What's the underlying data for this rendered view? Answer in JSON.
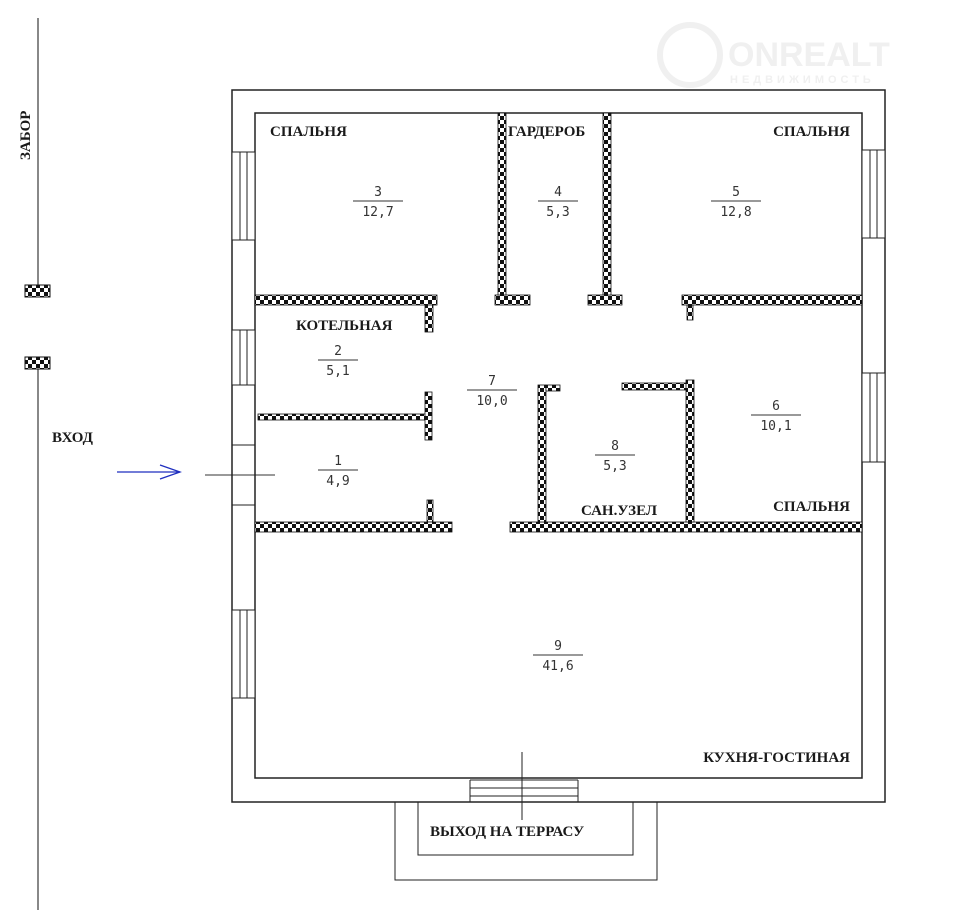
{
  "watermark": {
    "brand": "ONREALT",
    "subtitle": "НЕДВИЖИМОСТЬ"
  },
  "labels": {
    "fence": "ЗАБОР",
    "entrance": "ВХОД",
    "terrace_exit": "ВЫХОД НА ТЕРРАСУ"
  },
  "rooms": [
    {
      "id": "1",
      "area": "4,9",
      "name": ""
    },
    {
      "id": "2",
      "area": "5,1",
      "name": "КОТЕЛЬНАЯ"
    },
    {
      "id": "3",
      "area": "12,7",
      "name": "СПАЛЬНЯ"
    },
    {
      "id": "4",
      "area": "5,3",
      "name": "ГАРДЕРОБ"
    },
    {
      "id": "5",
      "area": "12,8",
      "name": "СПАЛЬНЯ"
    },
    {
      "id": "6",
      "area": "10,1",
      "name": "СПАЛЬНЯ"
    },
    {
      "id": "7",
      "area": "10,0",
      "name": ""
    },
    {
      "id": "8",
      "area": "5,3",
      "name": "САН.УЗЕЛ"
    },
    {
      "id": "9",
      "area": "41,6",
      "name": "КУХНЯ-ГОСТИНАЯ"
    }
  ],
  "colors": {
    "wall": "#222222",
    "arrow": "#1f2fbf"
  }
}
